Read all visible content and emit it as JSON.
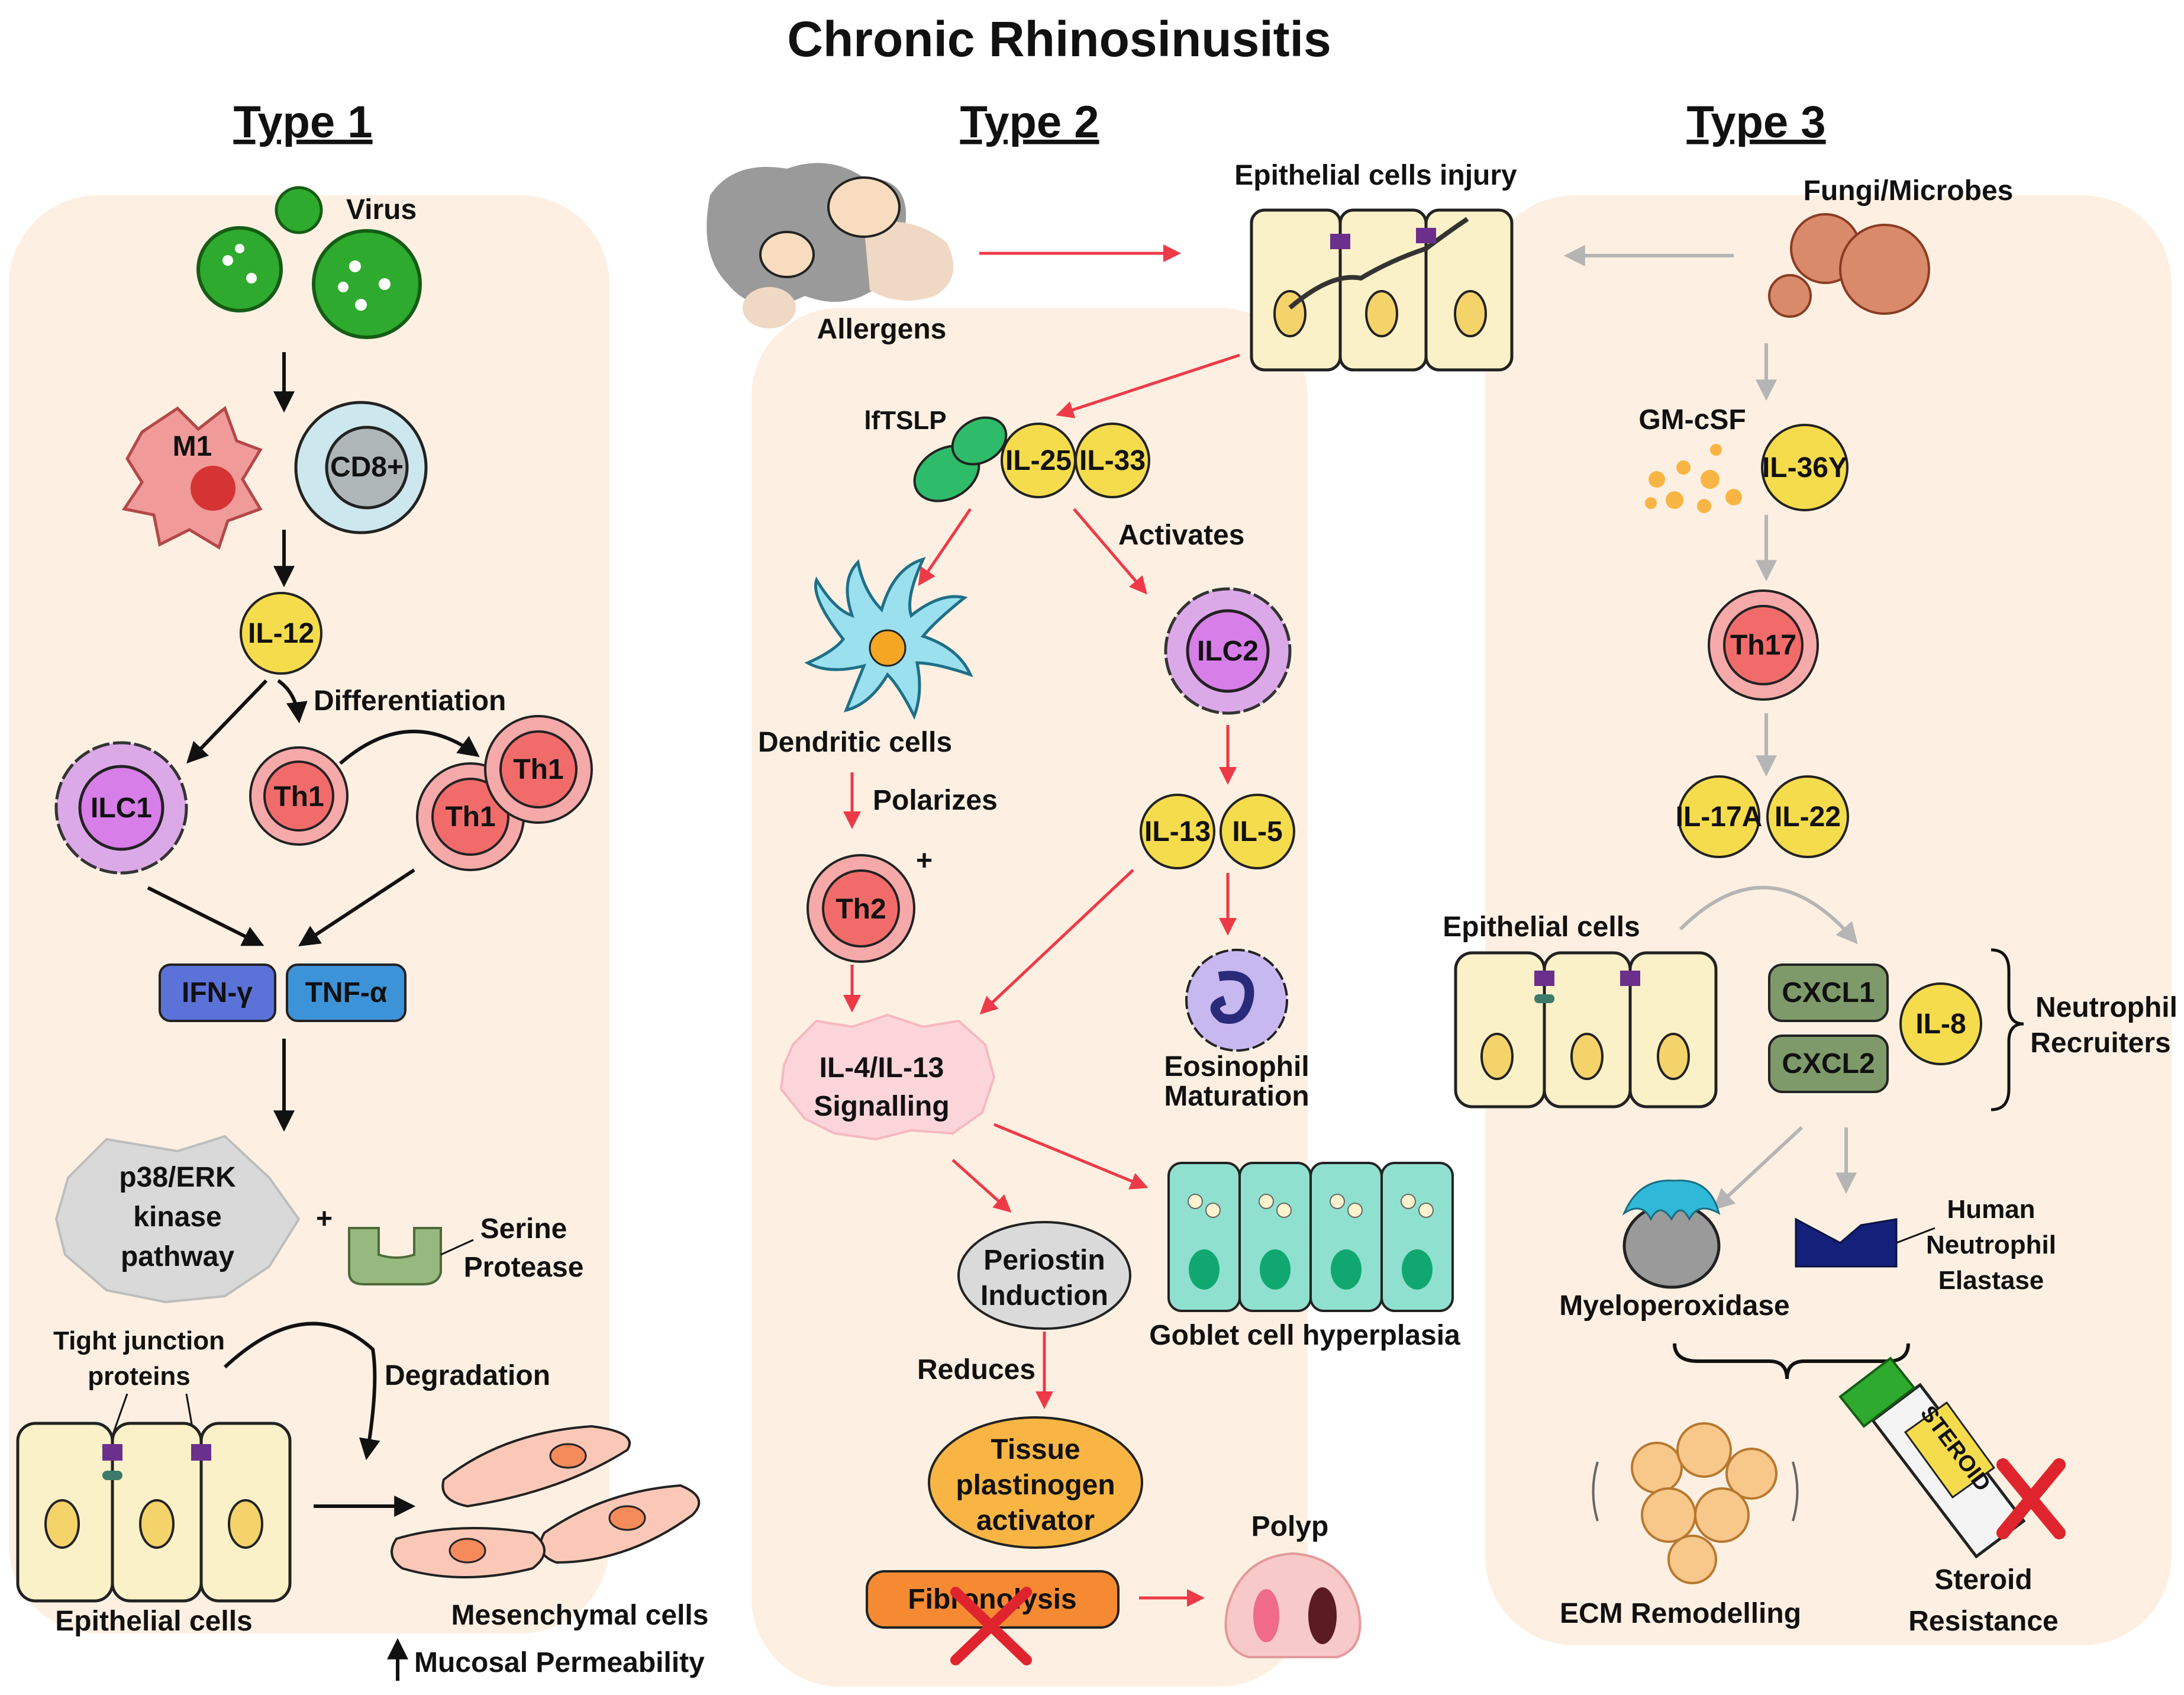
{
  "title": "Chronic Rhinosinusitis",
  "type1": {
    "header": "Type 1",
    "virus": "Virus",
    "m1": "M1",
    "cd8": "CD8+",
    "il12": "IL-12",
    "differentiation": "Differentiation",
    "ilc1": "ILC1",
    "th1": "Th1",
    "ifn": "IFN-γ",
    "tnf": "TNF-α",
    "p38_line1": "p38/ERK",
    "p38_line2": "kinase",
    "p38_line3": "pathway",
    "plus": "+",
    "serine_line1": "Serine",
    "serine_line2": "Protease",
    "tight_line1": "Tight junction",
    "tight_line2": "proteins",
    "degradation": "Degradation",
    "epithelial": "Epithelial cells",
    "mesenchymal": "Mesenchymal cells",
    "mucosal": "Mucosal Permeability"
  },
  "type2": {
    "header": "Type 2",
    "allergens": "Allergens",
    "injury": "Epithelial cells injury",
    "tslp": "lfTSLP",
    "il25": "IL-25",
    "il33": "IL-33",
    "activates": "Activates",
    "dendritic": "Dendritic cells",
    "ilc2": "ILC2",
    "polarizes": "Polarizes",
    "th2": "Th2",
    "plus": "+",
    "il13": "IL-13",
    "il5": "IL-5",
    "signal_line1": "IL-4/IL-13",
    "signal_line2": "Signalling",
    "eos_line1": "Eosinophil",
    "eos_line2": "Maturation",
    "periostin_line1": "Periostin",
    "periostin_line2": "Induction",
    "goblet": "Goblet cell hyperplasia",
    "reduces": "Reduces",
    "tpa_line1": "Tissue",
    "tpa_line2": "plastinogen",
    "tpa_line3": "activator",
    "fibrinolysis": "Fibronolysis",
    "polyp": "Polyp"
  },
  "type3": {
    "header": "Type 3",
    "fungi": "Fungi/Microbes",
    "gmcsf": "GM-cSF",
    "il36": "IL-36Y",
    "th17": "Th17",
    "il17a": "IL-17A",
    "il22": "IL-22",
    "epithelial": "Epithelial cells",
    "cxcl1": "CXCL1",
    "cxcl2": "CXCL2",
    "il8": "IL-8",
    "recruit_line1": "Neutrophil",
    "recruit_line2": "Recruiters",
    "mpo": "Myeloperoxidase",
    "hne_line1": "Human",
    "hne_line2": "Neutrophil",
    "hne_line3": "Elastase",
    "ecm": "ECM Remodelling",
    "steroid_label": "STEROID",
    "steroid_line1": "Steroid",
    "steroid_line2": "Resistance"
  },
  "colors": {
    "panel": "#fdf0e2",
    "red_arrow": "#ee3a48",
    "grey_arrow": "#b5b5b5",
    "yellow_cytokine": "#f5dc4c",
    "red_cell": "#f26b6b",
    "purple_cell": "#d77ee8",
    "virus_green": "#2eaa2e",
    "blue_ifn": "#5b72d8",
    "blue_tnf": "#3d93d8",
    "epithelium": "#fbf1c8",
    "goblet": "#8fe0cf",
    "cxcl": "#7f9a6a",
    "orange_tpa": "#f9b544",
    "orange_fib": "#f58a33"
  }
}
